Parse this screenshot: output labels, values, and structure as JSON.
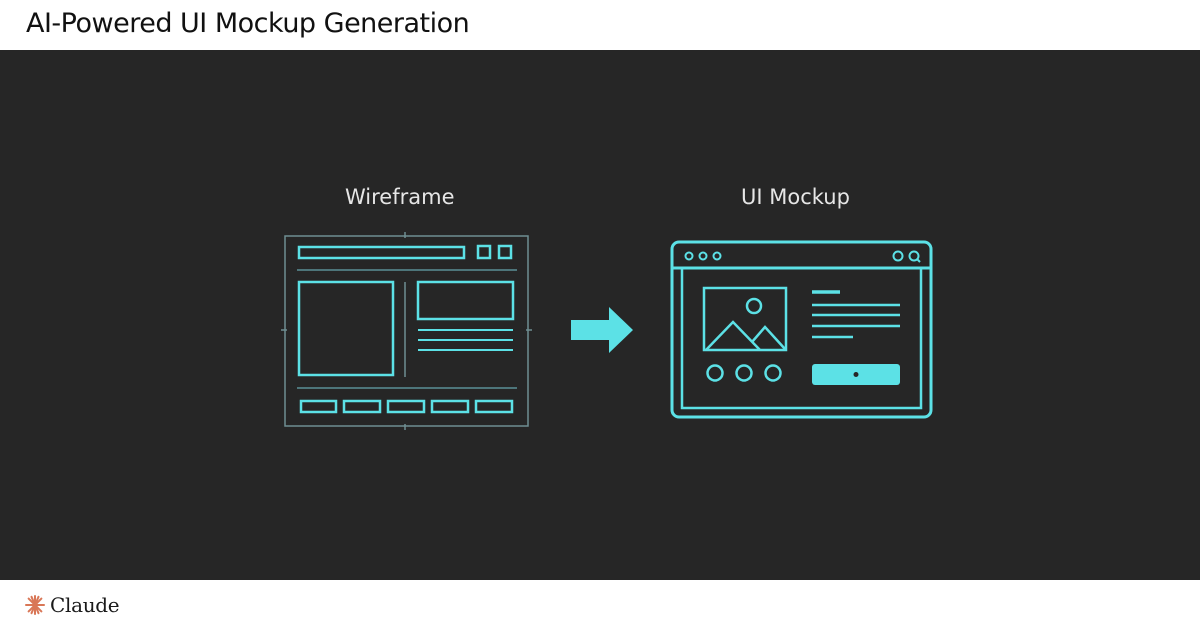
{
  "header": {
    "title": "AI-Powered UI Mockup Generation"
  },
  "diagram": {
    "left_label": "Wireframe",
    "right_label": "UI Mockup",
    "arrow": "arrow-right-icon",
    "colors": {
      "background": "#262626",
      "accent": "#5ce1e6",
      "frame_line": "#5a8f95",
      "label": "#e6e6e6"
    }
  },
  "footer": {
    "brand_name": "Claude",
    "brand_icon": "sparkle-icon",
    "brand_color": "#d97757"
  }
}
